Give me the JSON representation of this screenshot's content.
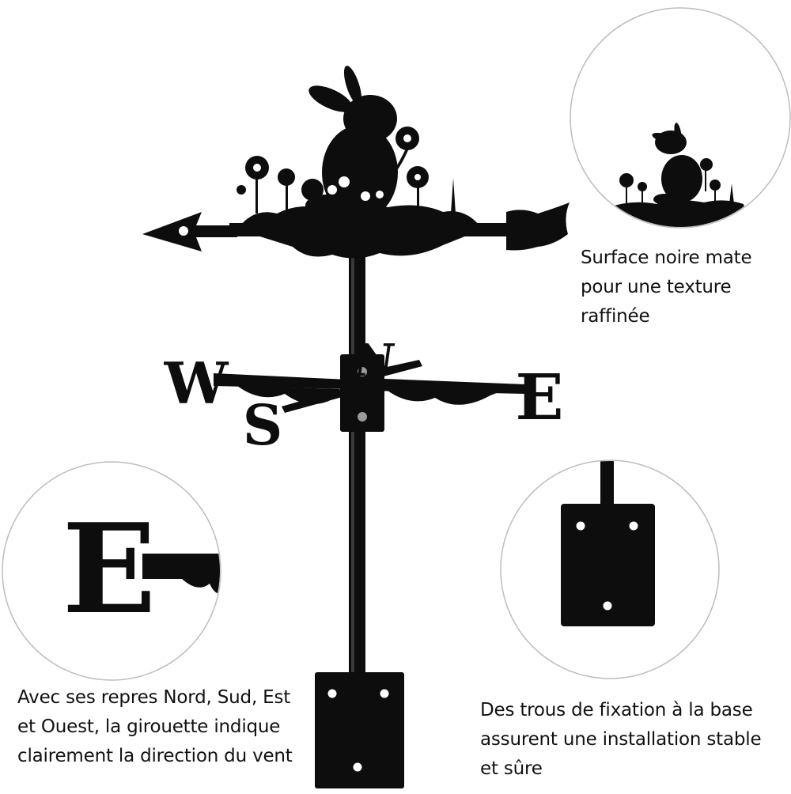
{
  "colors": {
    "metal": "#0d0d0d",
    "circle_stroke": "#bdbdbd",
    "background": "#ffffff",
    "hole": "#ffffff"
  },
  "compass": {
    "north": "N",
    "south": "S",
    "east": "E",
    "west": "W"
  },
  "detail_zoom_letter": "E",
  "captions": {
    "texture": [
      "Surface noire mate",
      "pour une texture",
      "raffinée"
    ],
    "directions": [
      "Avec ses repres Nord, Sud, Est",
      "et Ouest, la girouette indique",
      "clairement la direction du vent"
    ],
    "base": [
      "Des trous de fixation à la base",
      "assurent une installation stable",
      "et sûre"
    ]
  },
  "icons": [
    "rabbit-silhouette-icon",
    "flower-icon",
    "arrow-icon",
    "mounting-plate-icon"
  ]
}
